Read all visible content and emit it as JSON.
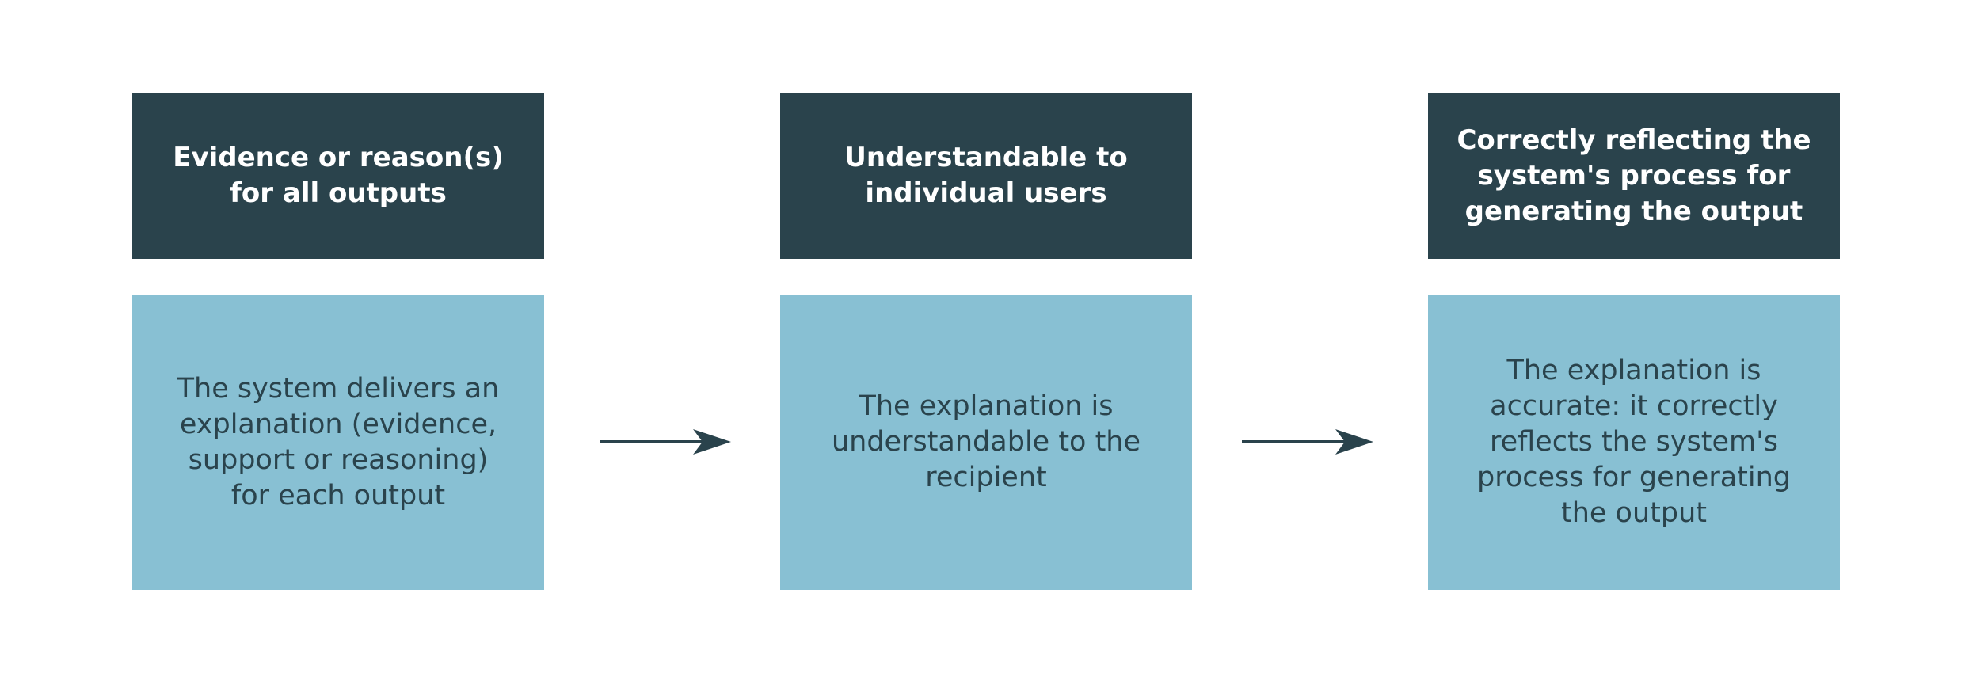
{
  "columns": [
    {
      "header": "Evidence or reason(s)\nfor all outputs",
      "body": "The system delivers an\nexplanation (evidence,\nsupport or reasoning)\nfor each output"
    },
    {
      "header": "Understandable to\nindividual users",
      "body": "The explanation is\nunderstandable to the\nrecipient"
    },
    {
      "header": "Correctly reflecting the\nsystem's process for\ngenerating the output",
      "body": "The explanation is\naccurate: it correctly\nreflects the system's\nprocess for generating\nthe output"
    }
  ],
  "colors": {
    "header_bg": "#2a434c",
    "header_text": "#ffffff",
    "body_bg": "#88c0d3",
    "body_text": "#2a434c",
    "arrow": "#2a434c"
  },
  "arrows": [
    "arrow-right-icon",
    "arrow-right-icon"
  ]
}
